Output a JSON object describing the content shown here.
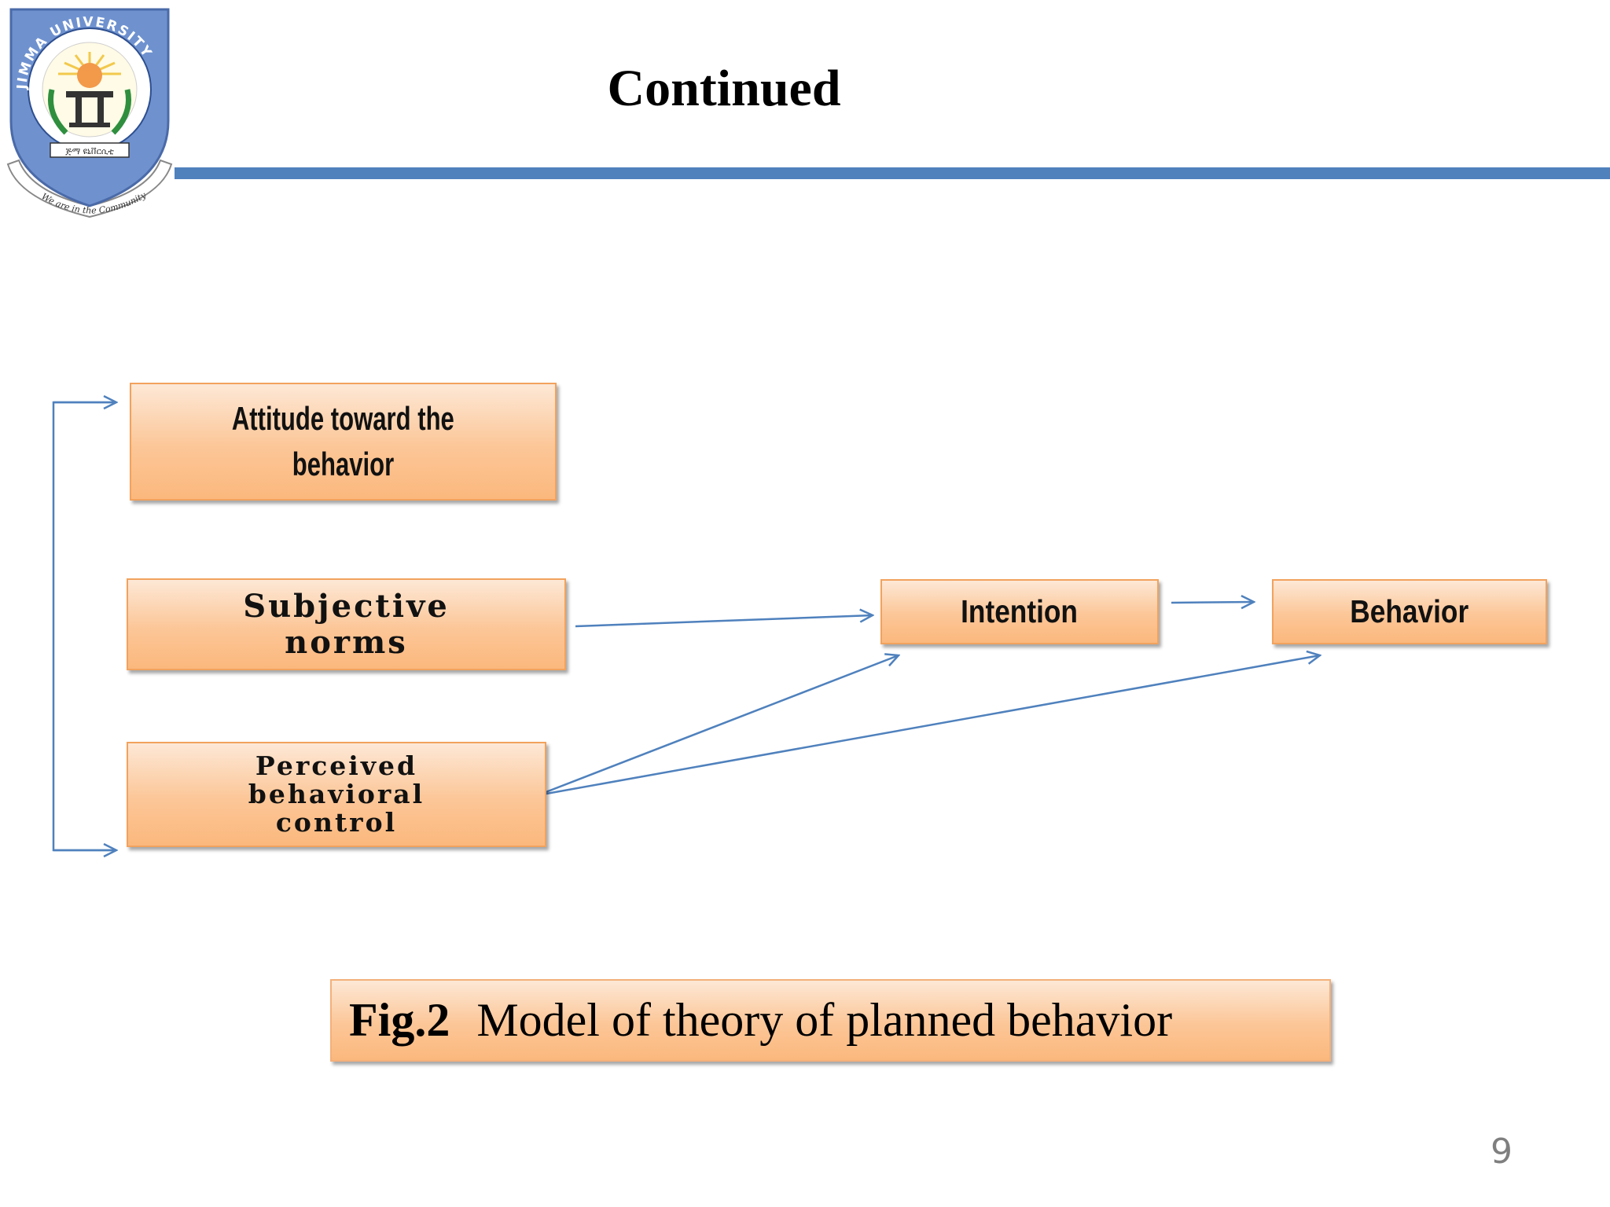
{
  "slide": {
    "title": "Continued",
    "page_number": "9",
    "accent_color": "#4f81bd",
    "box_color": "#fbc28f"
  },
  "logo": {
    "name": "JIMMA UNIVERSITY",
    "motto": "We are in the Community"
  },
  "diagram": {
    "nodes": {
      "attitude": [
        "Attitude toward the",
        "behavior"
      ],
      "subjective": [
        "Subjective",
        "norms"
      ],
      "perceived": [
        "Perceived",
        "behavioral",
        "control"
      ],
      "intention": "Intention",
      "behavior": "Behavior"
    },
    "edges": [
      {
        "from": "bracket",
        "to": "attitude"
      },
      {
        "from": "bracket",
        "to": "perceived"
      },
      {
        "from": "subjective",
        "to": "intention"
      },
      {
        "from": "perceived",
        "to": "intention"
      },
      {
        "from": "perceived",
        "to": "behavior"
      },
      {
        "from": "intention",
        "to": "behavior"
      }
    ]
  },
  "caption": {
    "label": "Fig.2",
    "text": "Model of theory of planned behavior"
  }
}
